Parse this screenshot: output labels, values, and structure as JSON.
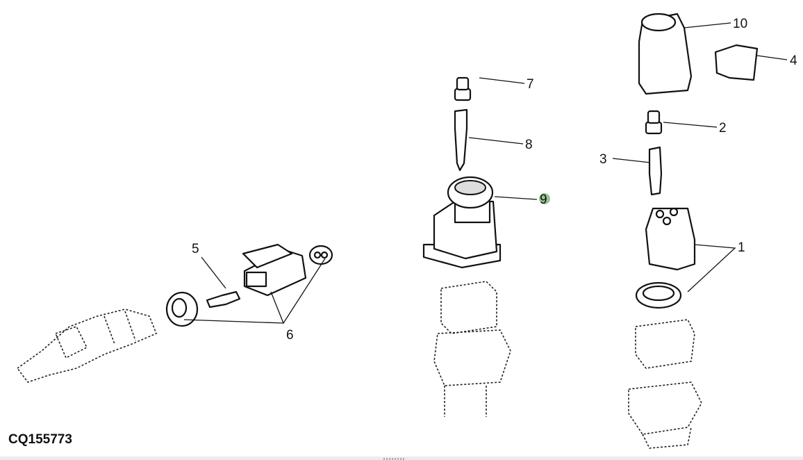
{
  "figure_id": "CQ155773",
  "callouts": {
    "c1": "1",
    "c2": "2",
    "c3": "3",
    "c4": "4",
    "c5": "5",
    "c6": "6",
    "c7": "7",
    "c8": "8",
    "c9": "9",
    "c10": "10"
  },
  "colors": {
    "highlight": "#7fb77a",
    "bar": "#ececec"
  }
}
